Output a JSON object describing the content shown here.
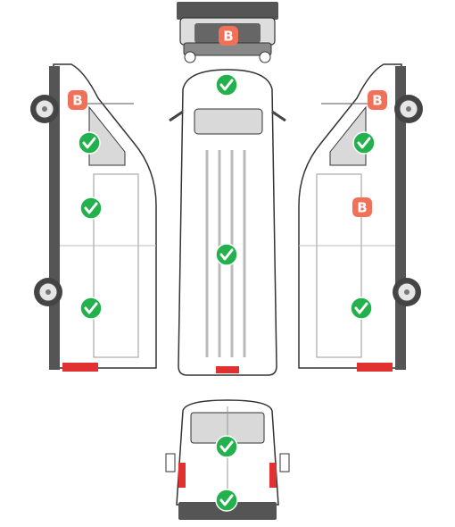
{
  "colors": {
    "ok": "#22b14c",
    "damage": "#f07058",
    "outline": "#3a3a3a",
    "panel": "#ffffff",
    "glass": "#d9d9d9",
    "dark": "#444444",
    "tail": "#e03030"
  },
  "views": {
    "front": {
      "label": "front-view",
      "marks": [
        {
          "kind": "B",
          "text": "B"
        }
      ]
    },
    "left": {
      "label": "left-side-view",
      "marks": [
        {
          "kind": "B",
          "text": "B"
        },
        {
          "kind": "ok"
        },
        {
          "kind": "ok"
        },
        {
          "kind": "ok"
        }
      ]
    },
    "roof": {
      "label": "roof-view",
      "marks": [
        {
          "kind": "ok"
        },
        {
          "kind": "ok"
        }
      ]
    },
    "right": {
      "label": "right-side-view",
      "marks": [
        {
          "kind": "B",
          "text": "B"
        },
        {
          "kind": "ok"
        },
        {
          "kind": "B",
          "text": "B"
        },
        {
          "kind": "ok"
        }
      ]
    },
    "rear": {
      "label": "rear-view",
      "marks": [
        {
          "kind": "ok"
        },
        {
          "kind": "ok"
        }
      ]
    }
  }
}
